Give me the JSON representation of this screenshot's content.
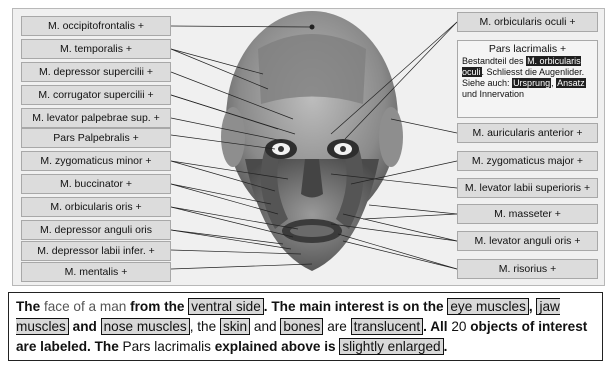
{
  "left_labels": [
    "M. occipitofrontalis +",
    "M. temporalis +",
    "M. depressor supercilii +",
    "M. corrugator supercilii +",
    "M. levator palpebrae sup. +",
    "Pars Palpebralis +",
    "M. zygomaticus minor +",
    "M. buccinator +",
    "M. orbicularis oris +",
    "M. depressor anguli oris",
    "M. depressor labii infer. +",
    "M. mentalis +"
  ],
  "right_labels": [
    "M. orbicularis oculi +",
    "M. auricularis anterior +",
    "M. zygomaticus major +",
    "M. levator labii superioris +",
    "M. masseter +",
    "M. levator anguli oris +",
    "M. risorius +"
  ],
  "pars": {
    "title": "Pars lacrimalis +",
    "line1": "Bestandteil des",
    "link1": "M. orbicularis oculi",
    "line2": ". Schliesst die Augenlider. Siehe auch:",
    "link2": "Ursprung",
    "sep": ",",
    "link3": "Ansatz",
    "line3": "und Innervation"
  },
  "caption": {
    "t1": "The",
    "t2": "face of a man",
    "t3": "from the",
    "h1": "ventral side",
    "t4": ". The main interest is on the",
    "h2": "eye muscles",
    "t5": ",",
    "h3": "jaw muscles",
    "t6": "and",
    "h4": "nose muscles",
    "t7": ", the",
    "h5": "skin",
    "t8": "and",
    "h6": "bones",
    "t9": "are",
    "h7": "translucent",
    "t10": ". All",
    "t11": "20",
    "t12": "objects of interest are labeled. The",
    "t13": "Pars lacrimalis",
    "t14": "explained above is",
    "h8": "slightly enlarged",
    "t15": "."
  }
}
